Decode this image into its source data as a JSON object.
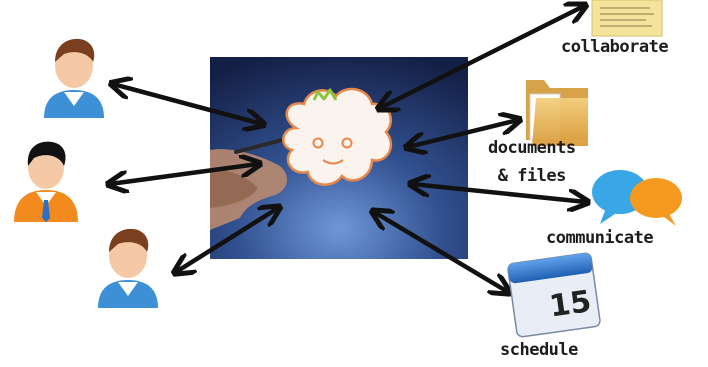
{
  "labels": {
    "collaborate": "collaborate",
    "documents_line1": "documents",
    "documents_line2": "& files",
    "communicate": "communicate",
    "schedule": "schedule",
    "calendar_day": "15"
  },
  "colors": {
    "photo_bg": "#1b2a5a",
    "photo_bg_light": "#5a7fc0",
    "cloud_fill": "#fbf4ee",
    "cloud_outline": "#e8874a",
    "crown": "#8cc63f",
    "person_shirt_blue": "#3d8fd6",
    "person_shirt_orange": "#f28a1e",
    "folder": "#e9b95a",
    "note": "#f4e39a",
    "bubble_blue": "#39a6e6",
    "bubble_orange": "#f59a1e",
    "calendar_blue": "#2f74c9",
    "arrow": "#111111"
  },
  "icons": [
    "person-icon",
    "person-icon",
    "person-icon",
    "sticky-note-icon",
    "folder-icon",
    "chat-bubbles-icon",
    "calendar-icon",
    "cloud-drawing-icon"
  ]
}
